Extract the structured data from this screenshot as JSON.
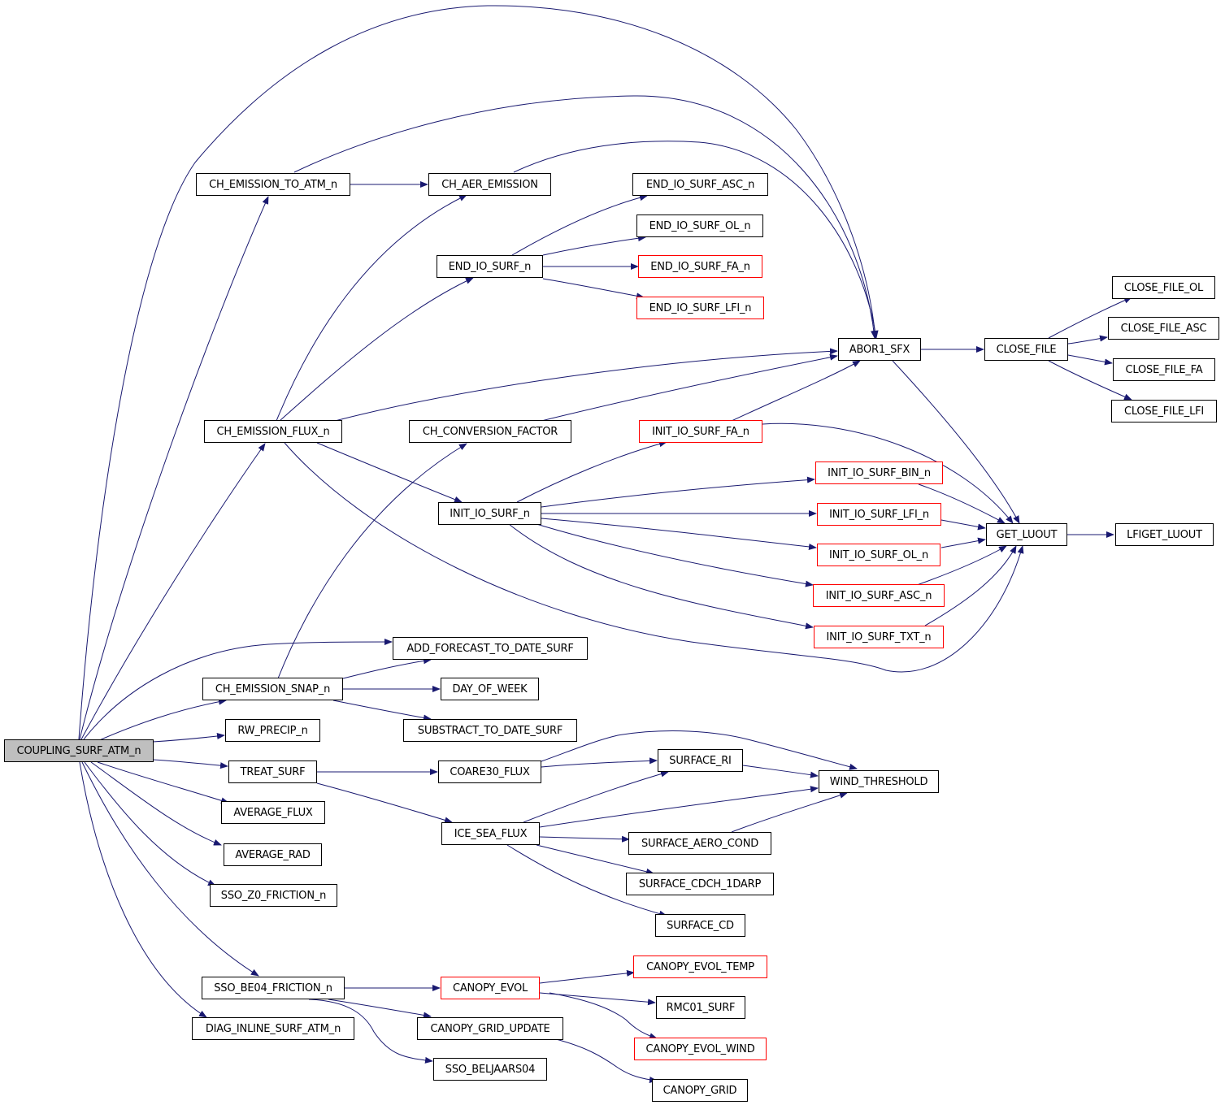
{
  "colors": {
    "edge": "#191970",
    "node_border": "#000000",
    "undocumented_border": "#ff0000",
    "root_fill": "#bfbfbf",
    "background": "#ffffff"
  },
  "nodes": {
    "coupling_surf_atm_n": "COUPLING_SURF_ATM_n",
    "ch_emission_to_atm_n": "CH_EMISSION_TO_ATM_n",
    "ch_aer_emission": "CH_AER_EMISSION",
    "end_io_surf_asc_n": "END_IO_SURF_ASC_n",
    "end_io_surf_ol_n": "END_IO_SURF_OL_n",
    "end_io_surf_n": "END_IO_SURF_n",
    "end_io_surf_fa_n": "END_IO_SURF_FA_n",
    "end_io_surf_lfi_n": "END_IO_SURF_LFI_n",
    "abor1_sfx": "ABOR1_SFX",
    "close_file": "CLOSE_FILE",
    "close_file_ol": "CLOSE_FILE_OL",
    "close_file_asc": "CLOSE_FILE_ASC",
    "close_file_fa": "CLOSE_FILE_FA",
    "close_file_lfi": "CLOSE_FILE_LFI",
    "ch_emission_flux_n": "CH_EMISSION_FLUX_n",
    "ch_conversion_factor": "CH_CONVERSION_FACTOR",
    "init_io_surf_fa_n": "INIT_IO_SURF_FA_n",
    "init_io_surf_bin_n": "INIT_IO_SURF_BIN_n",
    "init_io_surf_n": "INIT_IO_SURF_n",
    "init_io_surf_lfi_n": "INIT_IO_SURF_LFI_n",
    "get_luout": "GET_LUOUT",
    "lfiget_luout": "LFIGET_LUOUT",
    "init_io_surf_ol_n": "INIT_IO_SURF_OL_n",
    "init_io_surf_asc_n": "INIT_IO_SURF_ASC_n",
    "init_io_surf_txt_n": "INIT_IO_SURF_TXT_n",
    "add_forecast_to_date_surf": "ADD_FORECAST_TO_DATE_SURF",
    "ch_emission_snap_n": "CH_EMISSION_SNAP_n",
    "day_of_week": "DAY_OF_WEEK",
    "substract_to_date_surf": "SUBSTRACT_TO_DATE_SURF",
    "rw_precip_n": "RW_PRECIP_n",
    "treat_surf": "TREAT_SURF",
    "coare30_flux": "COARE30_FLUX",
    "surface_ri": "SURFACE_RI",
    "wind_threshold": "WIND_THRESHOLD",
    "average_flux": "AVERAGE_FLUX",
    "ice_sea_flux": "ICE_SEA_FLUX",
    "surface_aero_cond": "SURFACE_AERO_COND",
    "average_rad": "AVERAGE_RAD",
    "surface_cdch_1darp": "SURFACE_CDCH_1DARP",
    "sso_z0_friction_n": "SSO_Z0_FRICTION_n",
    "surface_cd": "SURFACE_CD",
    "canopy_evol_temp": "CANOPY_EVOL_TEMP",
    "sso_be04_friction_n": "SSO_BE04_FRICTION_n",
    "canopy_evol": "CANOPY_EVOL",
    "rmc01_surf": "RMC01_SURF",
    "diag_inline_surf_atm_n": "DIAG_INLINE_SURF_ATM_n",
    "canopy_grid_update": "CANOPY_GRID_UPDATE",
    "canopy_evol_wind": "CANOPY_EVOL_WIND",
    "sso_beljaars04": "SSO_BELJAARS04",
    "canopy_grid": "CANOPY_GRID"
  }
}
